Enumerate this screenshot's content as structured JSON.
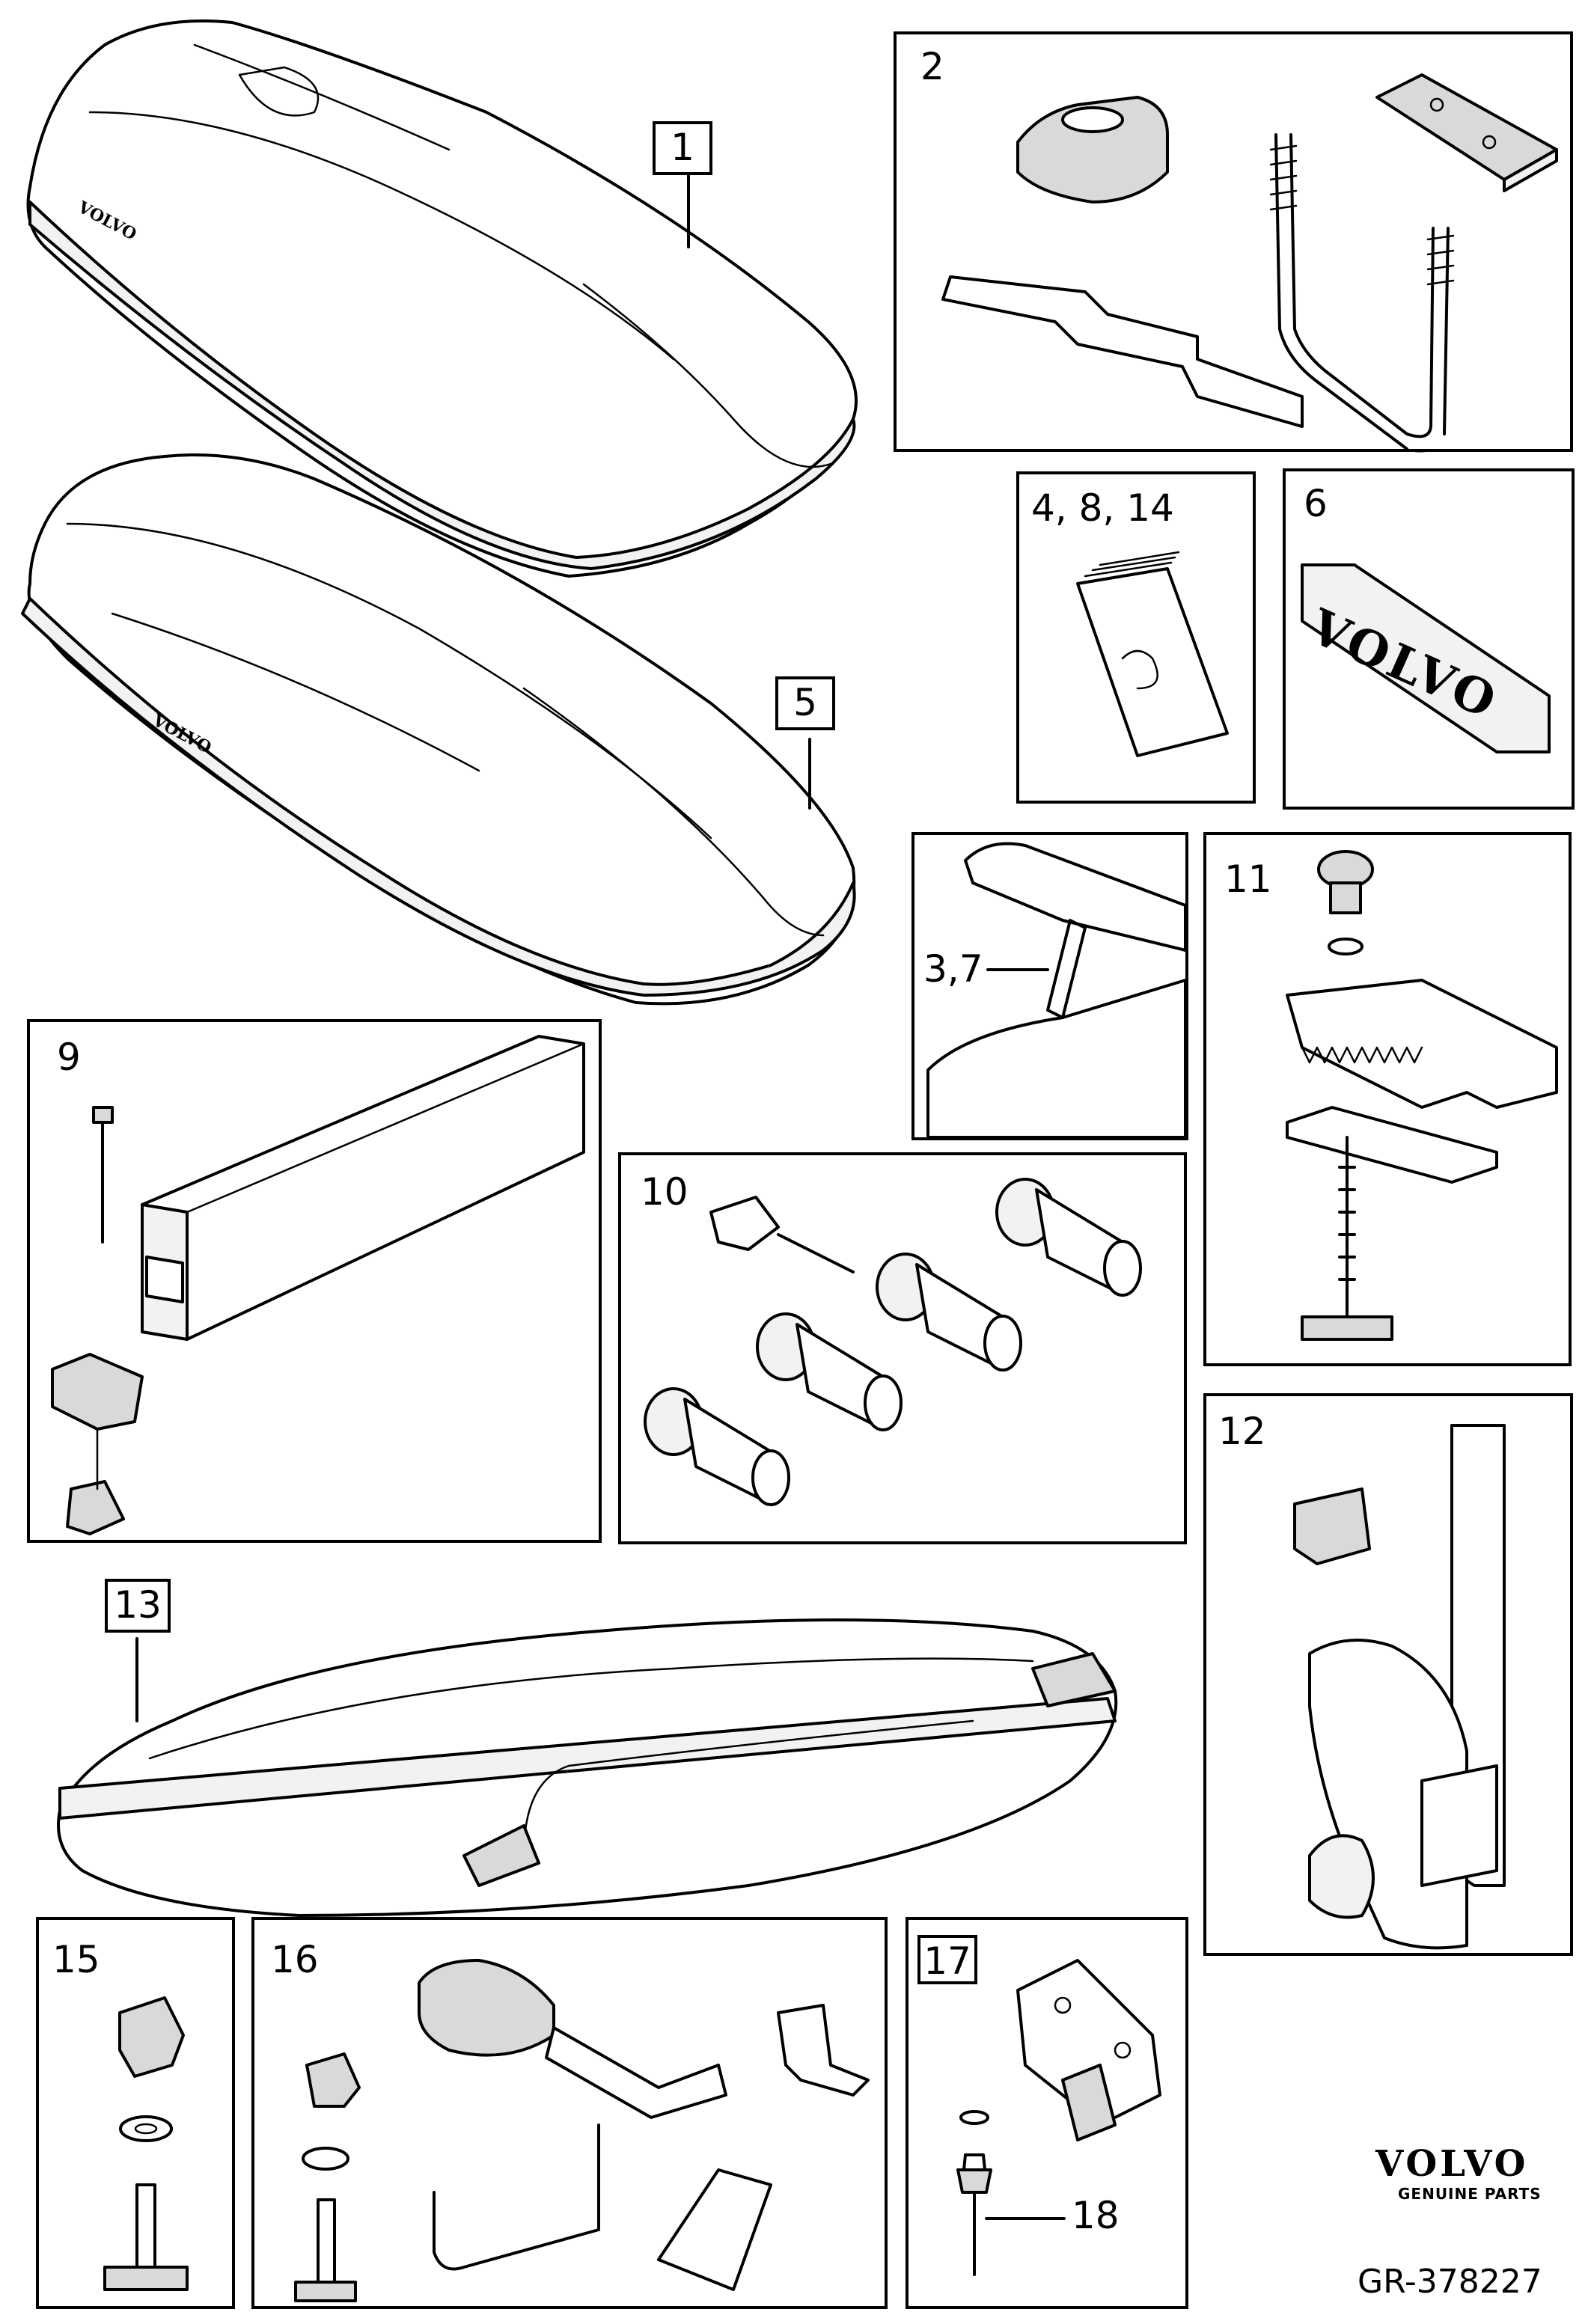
{
  "diagram": {
    "labels": {
      "p1": "1",
      "p2": "2",
      "p3_7": "3,7",
      "p4_8_14": "4, 8, 14",
      "p5": "5",
      "p6": "6",
      "p9": "9",
      "p10": "10",
      "p11": "11",
      "p12": "12",
      "p13": "13",
      "p15": "15",
      "p16": "16",
      "p17": "17",
      "p18": "18"
    },
    "decal_text": "VOLVO",
    "box_text": "VOLVO",
    "brand": "VOLVO",
    "brand_sub": "GENUINE PARTS",
    "reference": "GR-378227"
  }
}
